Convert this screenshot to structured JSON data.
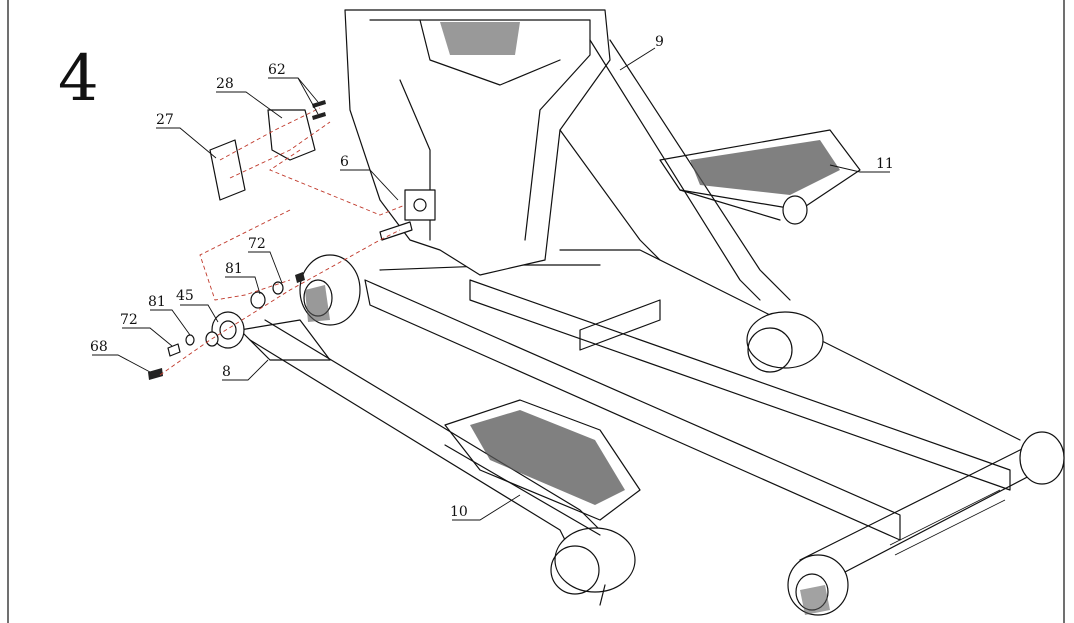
{
  "step_number": "4",
  "callouts": [
    {
      "id": "c9",
      "text": "9"
    },
    {
      "id": "c62",
      "text": "62"
    },
    {
      "id": "c28",
      "text": "28"
    },
    {
      "id": "c27",
      "text": "27"
    },
    {
      "id": "c6",
      "text": "6"
    },
    {
      "id": "c11",
      "text": "11"
    },
    {
      "id": "c72a",
      "text": "72"
    },
    {
      "id": "c81a",
      "text": "81"
    },
    {
      "id": "c45",
      "text": "45"
    },
    {
      "id": "c81b",
      "text": "81"
    },
    {
      "id": "c72b",
      "text": "72"
    },
    {
      "id": "c68",
      "text": "68"
    },
    {
      "id": "c8",
      "text": "8"
    },
    {
      "id": "c10",
      "text": "10"
    }
  ],
  "colors": {
    "line": "#111111",
    "assembly_dash": "#c0392b",
    "background": "#ffffff"
  }
}
